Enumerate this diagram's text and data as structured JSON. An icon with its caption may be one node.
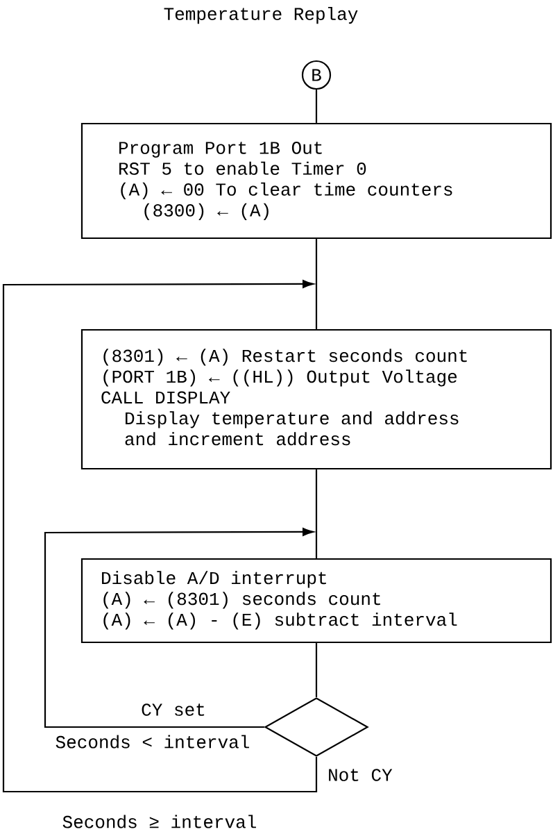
{
  "diagram": {
    "title": "Temperature Replay",
    "nodes": [
      {
        "text": [
          "B"
        ]
      },
      {
        "text": [
          "Program Port 1B Out",
          "RST 5 to enable Timer 0",
          "(A) ← 00 To clear time counters",
          "(8300) ← (A)"
        ]
      },
      {
        "text": [
          "(8301) ← (A) Restart seconds count",
          "(PORT 1B) ← ((HL)) Output Voltage",
          "CALL DISPLAY",
          "Display temperature and address and increment address"
        ]
      },
      {
        "text": [
          "Disable A/D interrupt",
          "(A) ← (8301) seconds count",
          "(A) ← (A) - (E) subtract interval"
        ]
      },
      {
        "text": [],
        "shape": "diamond"
      }
    ],
    "edges": [
      {
        "from": 0,
        "to": 1,
        "arrow": "none"
      },
      {
        "from": 1,
        "to": 2,
        "arrow": "none"
      },
      {
        "from": 2,
        "to": 3,
        "arrow": "none"
      },
      {
        "from": 3,
        "to": 4,
        "arrow": "none"
      },
      {
        "from": 4,
        "to": 3,
        "arrow": "to",
        "label": "CY set"
      },
      {
        "from": 4,
        "to": 2,
        "arrow": "to",
        "label": "Not CY"
      }
    ],
    "labels": [
      "Seconds < interval",
      "Seconds ≥ interval"
    ]
  }
}
